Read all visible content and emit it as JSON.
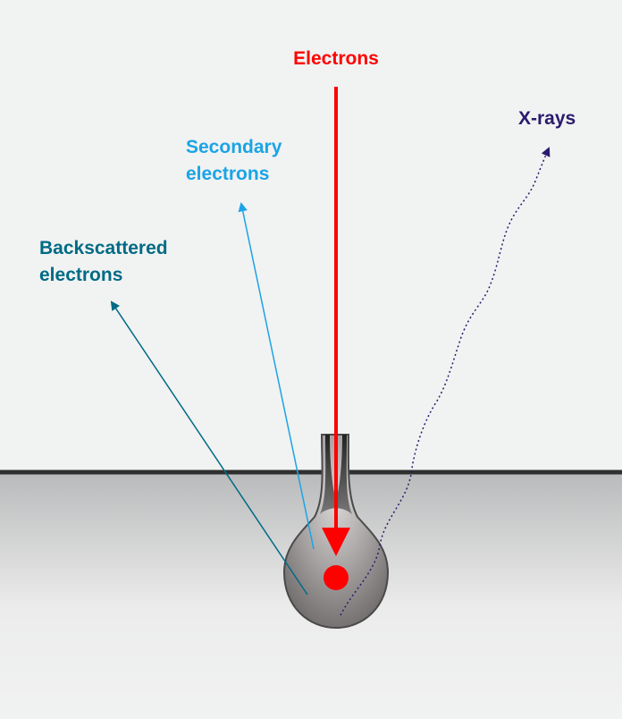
{
  "labels": {
    "electrons": "Electrons",
    "secondary": [
      "Secondary",
      "electrons"
    ],
    "backscattered": [
      "Backscattered",
      "electrons"
    ],
    "xrays": "X-rays"
  },
  "colors": {
    "background": "#f1f2f2",
    "surface_line": "#2f2f2f",
    "electrons": "#ff0000",
    "secondary": "#1aa4e6",
    "backscattered": "#006b85",
    "xrays": "#2b1a6d",
    "interaction_volume_fill": "#8f8b8b",
    "interaction_volume_stroke": "#4a4a4a"
  }
}
